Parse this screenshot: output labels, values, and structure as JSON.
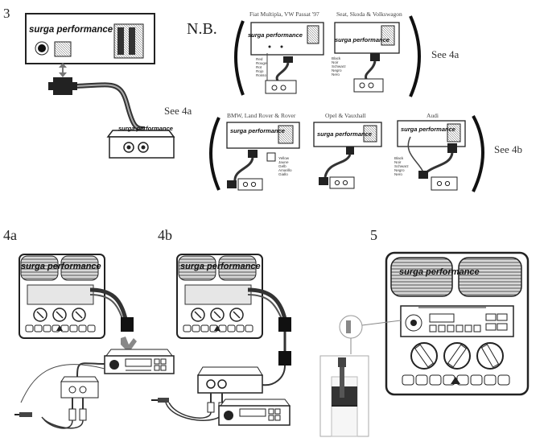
{
  "step_labels": {
    "s3": "3",
    "s4a": "4a",
    "s4b": "4b",
    "s5": "5"
  },
  "nb_label": "N.B.",
  "see_4a": "See 4a",
  "see_4b": "See 4b",
  "watermark": "surga performance",
  "car_groups": {
    "fiat": "Fiat Multipla, VW Passat '97",
    "seat": "Seat, Skoda & Volkswagon",
    "bmw": "BMW, Land Rover & Rover",
    "opel": "Opel & Vauxhall",
    "audi": "Audi"
  },
  "wire_colors": {
    "fiat": [
      "Red",
      "Rouge",
      "Rot",
      "Rojo",
      "Rosso"
    ],
    "seat": [
      "Black",
      "Noir",
      "Schwarz",
      "Negro",
      "Nero"
    ],
    "bmw": [
      "Yellow",
      "Jaune",
      "Gelb",
      "Amarillo",
      "Giallo"
    ],
    "audi": [
      "Black",
      "Noir",
      "Schwarz",
      "Negro",
      "Nero"
    ]
  },
  "colors": {
    "ink": "#1a1a1a",
    "grille": "#8a8a8a",
    "plug": "#111111"
  }
}
